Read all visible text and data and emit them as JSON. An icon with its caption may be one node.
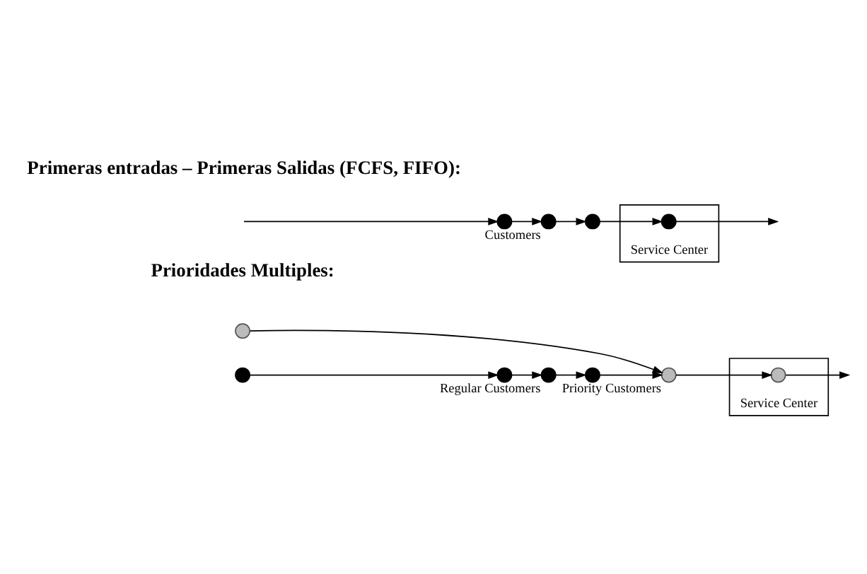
{
  "diagram": {
    "nodes": [
      {
        "text": [],
        "shape": "circle"
      },
      {
        "text": [],
        "shape": "circle",
        "beside": [
          "Customers"
        ]
      },
      {
        "text": [],
        "shape": "circle"
      },
      {
        "text": [],
        "shape": "box",
        "beside": [
          "Service Center"
        ]
      },
      {
        "text": [],
        "shape": "circle",
        "in": 3
      },
      {
        "text": [],
        "shape": "circle"
      },
      {
        "text": [],
        "shape": "circle"
      },
      {
        "text": [],
        "shape": "circle"
      },
      {
        "text": [],
        "shape": "circle",
        "beside": [
          "Regular Customers"
        ]
      },
      {
        "text": [],
        "shape": "circle"
      },
      {
        "text": [],
        "shape": "circle",
        "beside": [
          "Priority Customers"
        ]
      },
      {
        "text": [],
        "shape": "box",
        "beside": [
          "Service Center"
        ]
      },
      {
        "text": [],
        "shape": "circle",
        "in": 11
      }
    ],
    "edges": [
      {
        "from": null,
        "to": 0,
        "arrow": "to"
      },
      {
        "from": 0,
        "to": 1,
        "arrow": "to"
      },
      {
        "from": 1,
        "to": 2,
        "arrow": "to"
      },
      {
        "from": 2,
        "to": 4,
        "arrow": "to"
      },
      {
        "from": 4,
        "to": null,
        "arrow": "to"
      },
      {
        "from": 6,
        "to": 7,
        "arrow": "to"
      },
      {
        "from": 7,
        "to": 8,
        "arrow": "to"
      },
      {
        "from": 8,
        "to": 9,
        "arrow": "to"
      },
      {
        "from": 9,
        "to": 10,
        "arrow": "to"
      },
      {
        "from": 5,
        "to": 10,
        "arrow": "to"
      },
      {
        "from": 10,
        "to": 12,
        "arrow": "to"
      },
      {
        "from": 12,
        "to": null,
        "arrow": "to"
      }
    ],
    "labels": [
      "Primeras entradas – Primeras Salidas (FCFS, FIFO):",
      "Prioridades Multiples:"
    ]
  }
}
